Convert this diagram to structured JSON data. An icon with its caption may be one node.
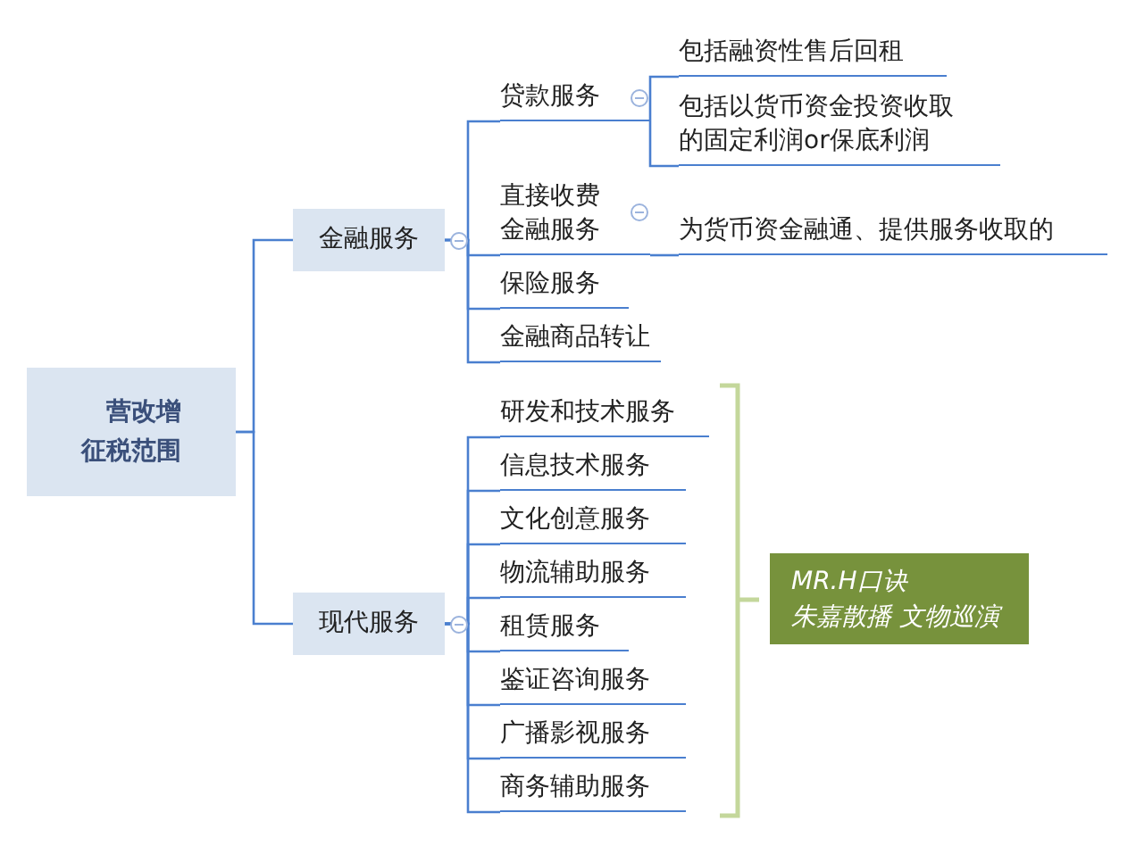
{
  "diagram": {
    "nodes": [
      {
        "text": [
          "营改增征税范围"
        ]
      },
      {
        "text": [
          "金融服务"
        ]
      },
      {
        "text": [
          "贷款服务"
        ]
      },
      {
        "text": [
          "包括融资性售后回租"
        ]
      },
      {
        "text": [
          "包括以货币资金投资收取的固定利润or保底利润"
        ]
      },
      {
        "text": [
          "直接收费金融服务"
        ]
      },
      {
        "text": [
          "为货币资金融通、提供服务收取的"
        ]
      },
      {
        "text": [
          "保险服务"
        ]
      },
      {
        "text": [
          "金融商品转让"
        ]
      },
      {
        "text": [
          "现代服务"
        ]
      },
      {
        "text": [
          "研发和技术服务"
        ]
      },
      {
        "text": [
          "信息技术服务"
        ]
      },
      {
        "text": [
          "文化创意服务"
        ]
      },
      {
        "text": [
          "物流辅助服务"
        ]
      },
      {
        "text": [
          "租赁服务"
        ]
      },
      {
        "text": [
          "鉴证咨询服务"
        ]
      },
      {
        "text": [
          "广播影视服务"
        ]
      },
      {
        "text": [
          "商务辅助服务"
        ]
      },
      {
        "text": [
          "MR.H口诀",
          "朱嘉散播 文物巡演"
        ]
      }
    ],
    "edges": [
      {
        "from": 0,
        "to": 1,
        "arrow": "none"
      },
      {
        "from": 0,
        "to": 9,
        "arrow": "none"
      },
      {
        "from": 1,
        "to": 2,
        "arrow": "none"
      },
      {
        "from": 1,
        "to": 5,
        "arrow": "none"
      },
      {
        "from": 1,
        "to": 7,
        "arrow": "none"
      },
      {
        "from": 1,
        "to": 8,
        "arrow": "none"
      },
      {
        "from": 2,
        "to": 3,
        "arrow": "none"
      },
      {
        "from": 2,
        "to": 4,
        "arrow": "none"
      },
      {
        "from": 5,
        "to": 6,
        "arrow": "none"
      },
      {
        "from": 9,
        "to": 10,
        "arrow": "none"
      },
      {
        "from": 9,
        "to": 11,
        "arrow": "none"
      },
      {
        "from": 9,
        "to": 12,
        "arrow": "none"
      },
      {
        "from": 9,
        "to": 13,
        "arrow": "none"
      },
      {
        "from": 9,
        "to": 14,
        "arrow": "none"
      },
      {
        "from": 9,
        "to": 15,
        "arrow": "none"
      },
      {
        "from": 9,
        "to": 16,
        "arrow": "none"
      },
      {
        "from": 9,
        "to": 17,
        "arrow": "none"
      }
    ]
  }
}
